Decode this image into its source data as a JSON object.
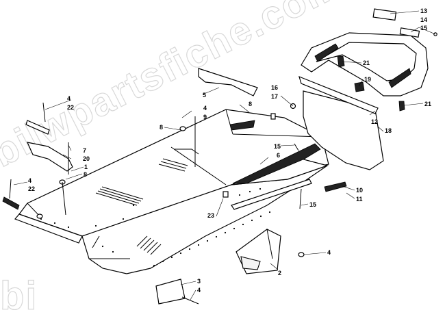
{
  "watermark": {
    "text": "bilwpartsfiche.com",
    "text_bottom": "bi"
  },
  "labels": [
    {
      "id": "13",
      "text": "13"
    },
    {
      "id": "14",
      "text": "14"
    },
    {
      "id": "15a",
      "text": "15"
    },
    {
      "id": "21a",
      "text": "21"
    },
    {
      "id": "16",
      "text": "16"
    },
    {
      "id": "17",
      "text": "17"
    },
    {
      "id": "19",
      "text": "19"
    },
    {
      "id": "21b",
      "text": "21"
    },
    {
      "id": "12",
      "text": "12"
    },
    {
      "id": "18",
      "text": "18"
    },
    {
      "id": "5",
      "text": "5"
    },
    {
      "id": "8a",
      "text": "8"
    },
    {
      "id": "4a",
      "text": "4"
    },
    {
      "id": "9",
      "text": "9"
    },
    {
      "id": "8b",
      "text": "8"
    },
    {
      "id": "4b",
      "text": "4"
    },
    {
      "id": "22a",
      "text": "22"
    },
    {
      "id": "7",
      "text": "7"
    },
    {
      "id": "20",
      "text": "20"
    },
    {
      "id": "1",
      "text": "1"
    },
    {
      "id": "8c",
      "text": "8"
    },
    {
      "id": "4c",
      "text": "4"
    },
    {
      "id": "22b",
      "text": "22"
    },
    {
      "id": "15b",
      "text": "15"
    },
    {
      "id": "6",
      "text": "6"
    },
    {
      "id": "10",
      "text": "10"
    },
    {
      "id": "11",
      "text": "11"
    },
    {
      "id": "15c",
      "text": "15"
    },
    {
      "id": "23",
      "text": "23"
    },
    {
      "id": "4d",
      "text": "4"
    },
    {
      "id": "2",
      "text": "2"
    },
    {
      "id": "3",
      "text": "3"
    },
    {
      "id": "4e",
      "text": "4"
    }
  ]
}
